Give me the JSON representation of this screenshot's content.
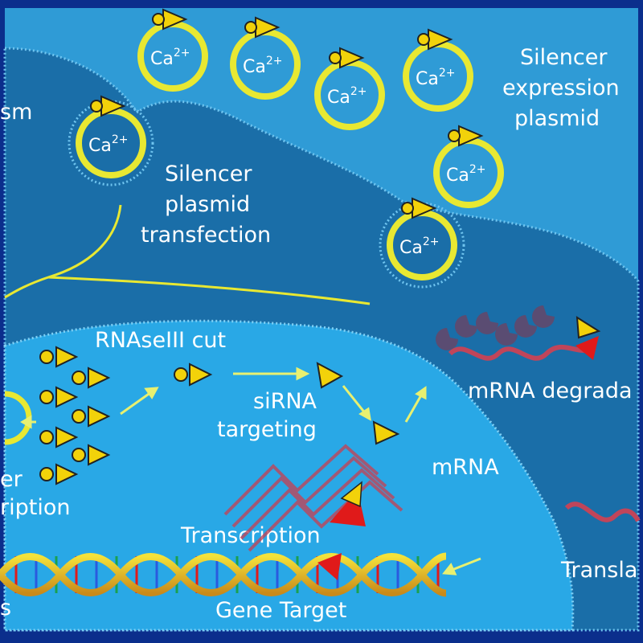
{
  "labels": {
    "cytoplasm_fragment": "sm",
    "silencer_expression": [
      "Silencer",
      "expression",
      "plasmid"
    ],
    "silencer_transfection": [
      "Silencer",
      "plasmid",
      "transfection"
    ],
    "rnase_cut": "RNAseIII cut",
    "sirna_targeting": [
      "siRNA",
      "targeting"
    ],
    "mrna_degradation": "mRNA degrada",
    "mrna": "mRNA",
    "transcription": "Transcription",
    "gene_target": "Gene Target",
    "translation": "Transla",
    "silencer_transcription": [
      "er",
      "ription"
    ],
    "nucleus_fragment": "s"
  },
  "plasmid": {
    "ion": "Ca",
    "charge": "2+"
  },
  "colors": {
    "frame": "#0b2e8c",
    "outer_bg": "#2f9bd6",
    "cell_dark": "#1a6ea8",
    "nucleus": "#29a8e6",
    "plasmid_ring": "#e8e832",
    "triangle": "#f2d20a",
    "mrna_strand": "#c0455a",
    "red_marker": "#e01a1a",
    "rnase_protein": "#5a4c72"
  }
}
